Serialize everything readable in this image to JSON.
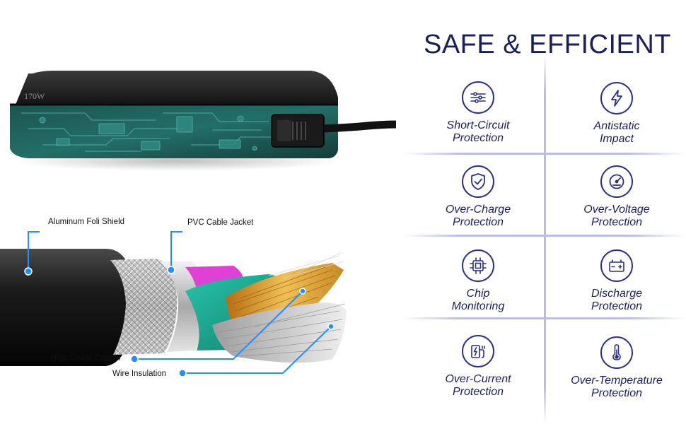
{
  "adapter": {
    "wattage_label": "170W"
  },
  "cable_callouts": {
    "aluminum": "Aluminum Foli Shield",
    "pvc": "PVC Cable Jacket",
    "copper": "High Grade Copper",
    "insulation": "Wire Insulation"
  },
  "features": {
    "title": "SAFE & EFFICIENT",
    "items": [
      {
        "line1": "Short-Circuit",
        "line2": "Protection",
        "icon": "circuit-icon"
      },
      {
        "line1": "Antistatic",
        "line2": "Impact",
        "icon": "lightning-icon"
      },
      {
        "line1": "Over-Charge",
        "line2": "Protection",
        "icon": "shield-check-icon"
      },
      {
        "line1": "Over-Voltage",
        "line2": "Protection",
        "icon": "gauge-icon"
      },
      {
        "line1": "Chip",
        "line2": "Monitoring",
        "icon": "chip-icon"
      },
      {
        "line1": "Discharge",
        "line2": "Protection",
        "icon": "battery-icon"
      },
      {
        "line1": "Over-Current",
        "line2": "Protection",
        "icon": "charging-plug-icon"
      },
      {
        "line1": "Over-Temperature",
        "line2": "Protection",
        "icon": "thermometer-icon"
      }
    ]
  },
  "colors": {
    "navy": "#1a1f5c",
    "icon_stroke": "#2b2f88",
    "callout_blue": "#1e90ff",
    "grid_line": "#b9bde8"
  }
}
